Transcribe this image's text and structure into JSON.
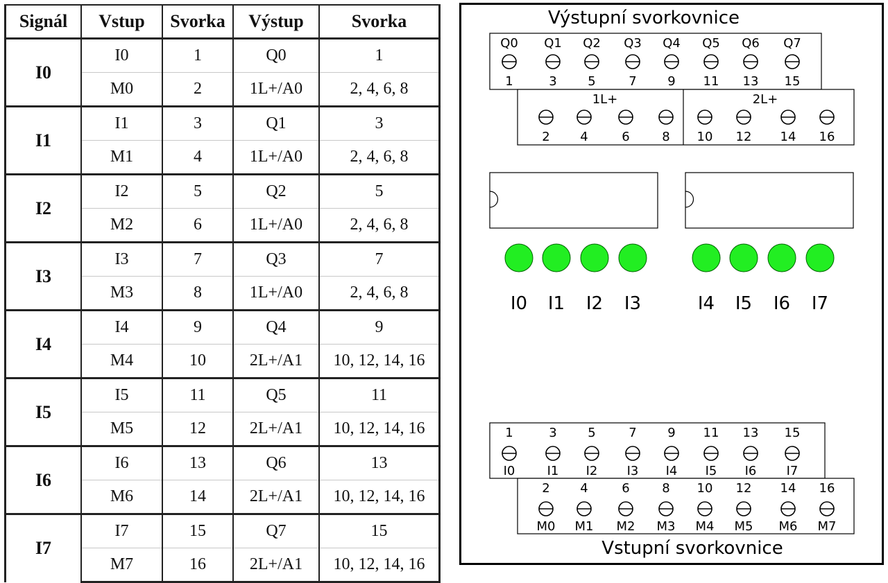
{
  "table": {
    "headers": [
      "Signál",
      "Vstup",
      "Svorka",
      "Výstup",
      "Svorka"
    ],
    "groups": [
      {
        "signal": "I0",
        "rows": [
          [
            "I0",
            "1",
            "Q0",
            "1"
          ],
          [
            "M0",
            "2",
            "1L+/A0",
            "2, 4, 6, 8"
          ]
        ]
      },
      {
        "signal": "I1",
        "rows": [
          [
            "I1",
            "3",
            "Q1",
            "3"
          ],
          [
            "M1",
            "4",
            "1L+/A0",
            "2, 4, 6, 8"
          ]
        ]
      },
      {
        "signal": "I2",
        "rows": [
          [
            "I2",
            "5",
            "Q2",
            "5"
          ],
          [
            "M2",
            "6",
            "1L+/A0",
            "2, 4, 6, 8"
          ]
        ]
      },
      {
        "signal": "I3",
        "rows": [
          [
            "I3",
            "7",
            "Q3",
            "7"
          ],
          [
            "M3",
            "8",
            "1L+/A0",
            "2, 4, 6, 8"
          ]
        ]
      },
      {
        "signal": "I4",
        "rows": [
          [
            "I4",
            "9",
            "Q4",
            "9"
          ],
          [
            "M4",
            "10",
            "2L+/A1",
            "10, 12, 14, 16"
          ]
        ]
      },
      {
        "signal": "I5",
        "rows": [
          [
            "I5",
            "11",
            "Q5",
            "11"
          ],
          [
            "M5",
            "12",
            "2L+/A1",
            "10, 12, 14, 16"
          ]
        ]
      },
      {
        "signal": "I6",
        "rows": [
          [
            "I6",
            "13",
            "Q6",
            "13"
          ],
          [
            "M6",
            "14",
            "2L+/A1",
            "10, 12, 14, 16"
          ]
        ]
      },
      {
        "signal": "I7",
        "rows": [
          [
            "I7",
            "15",
            "Q7",
            "15"
          ],
          [
            "M7",
            "16",
            "2L+/A1",
            "10, 12, 14, 16"
          ]
        ]
      }
    ]
  },
  "diagram": {
    "output_title": "Výstupní svorkovnice",
    "input_title": "Vstupní svorkovnice",
    "output_row1": {
      "top_labels": [
        "Q0",
        "Q1",
        "Q2",
        "Q3",
        "Q4",
        "Q5",
        "Q6",
        "Q7"
      ],
      "bottom_labels": [
        "1",
        "3",
        "5",
        "7",
        "9",
        "11",
        "13",
        "15"
      ]
    },
    "output_row2": {
      "group_labels": [
        "1L+",
        "2L+"
      ],
      "bottom_labels": [
        "2",
        "4",
        "6",
        "8",
        "10",
        "12",
        "14",
        "16"
      ]
    },
    "leds": {
      "color": "#22ee22",
      "labels": [
        "I0",
        "I1",
        "I2",
        "I3",
        "I4",
        "I5",
        "I6",
        "I7"
      ]
    },
    "input_row1": {
      "top_labels": [
        "1",
        "3",
        "5",
        "7",
        "9",
        "11",
        "13",
        "15"
      ],
      "bottom_labels": [
        "I0",
        "I1",
        "I2",
        "I3",
        "I4",
        "I5",
        "I6",
        "I7"
      ]
    },
    "input_row2": {
      "top_labels": [
        "2",
        "4",
        "6",
        "8",
        "10",
        "12",
        "14",
        "16"
      ],
      "bottom_labels": [
        "M0",
        "M1",
        "M2",
        "M3",
        "M4",
        "M5",
        "M6",
        "M7"
      ]
    }
  }
}
